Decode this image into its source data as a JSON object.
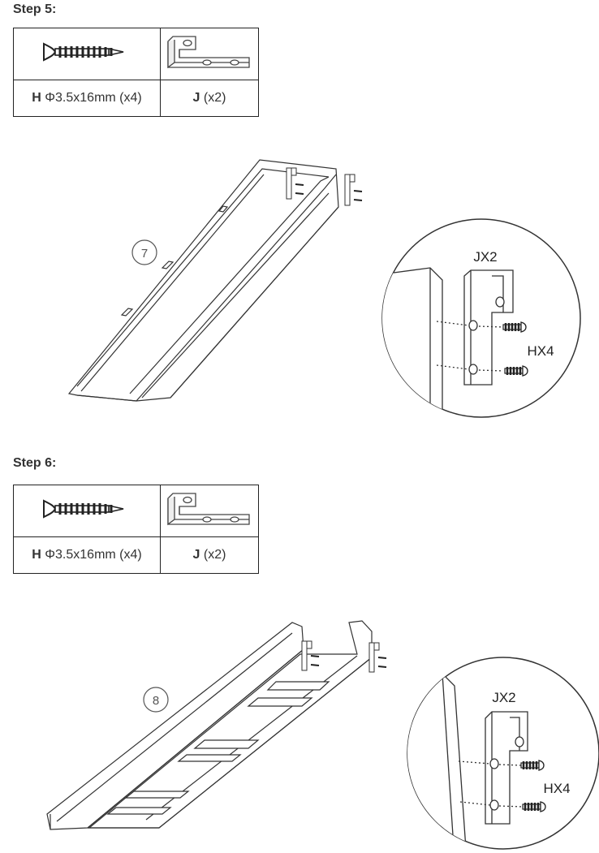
{
  "steps": [
    {
      "title": "Step 5:",
      "parts": {
        "screw": {
          "letter": "H",
          "spec": "Φ3.5x16mm (x4)",
          "icon": "screw-icon"
        },
        "bracket": {
          "letter": "J",
          "spec": "(x2)",
          "icon": "l-bracket-icon"
        }
      },
      "figure_number": "7",
      "detail": {
        "bracket_label": "JX2",
        "screw_label": "HX4"
      }
    },
    {
      "title": "Step 6:",
      "parts": {
        "screw": {
          "letter": "H",
          "spec": "Φ3.5x16mm (x4)",
          "icon": "screw-icon"
        },
        "bracket": {
          "letter": "J",
          "spec": "(x2)",
          "icon": "l-bracket-icon"
        }
      },
      "figure_number": "8",
      "detail": {
        "bracket_label": "JX2",
        "screw_label": "HX4"
      }
    }
  ]
}
